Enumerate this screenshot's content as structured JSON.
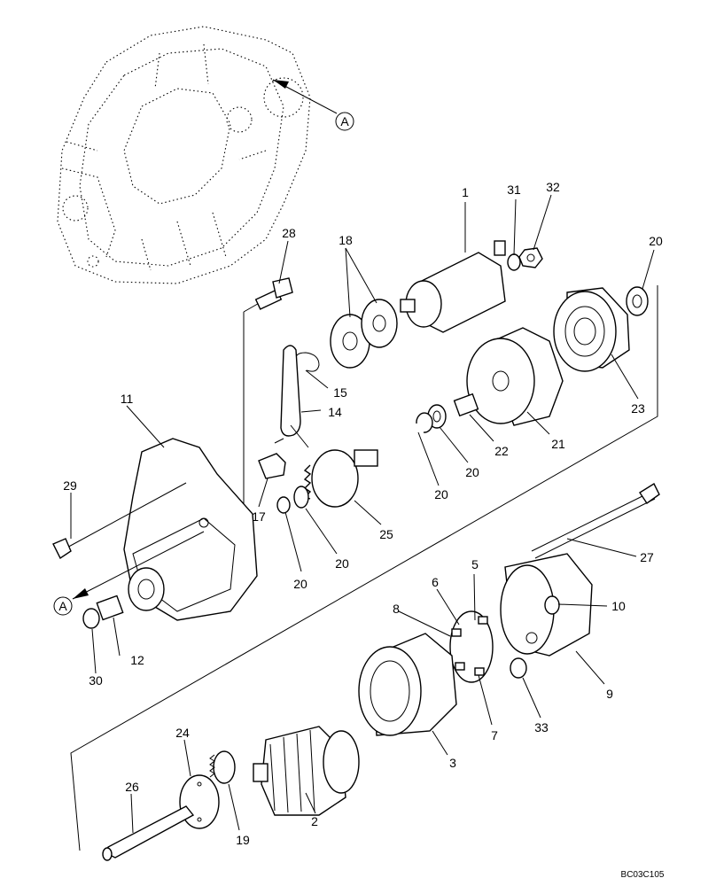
{
  "diagram": {
    "reference_code": "BC03C105",
    "view_marker": "A",
    "part_labels": {
      "p1": "1",
      "p2": "2",
      "p3": "3",
      "p5": "5",
      "p6": "6",
      "p7": "7",
      "p8": "8",
      "p9": "9",
      "p10": "10",
      "p11": "11",
      "p12": "12",
      "p14": "14",
      "p15": "15",
      "p17": "17",
      "p18": "18",
      "p19": "19",
      "p20a": "20",
      "p20b": "20",
      "p20c": "20",
      "p20d": "20",
      "p20e": "20",
      "p21": "21",
      "p22": "22",
      "p23": "23",
      "p24": "24",
      "p25": "25",
      "p26": "26",
      "p27": "27",
      "p28": "28",
      "p29": "29",
      "p30": "30",
      "p31": "31",
      "p32": "32",
      "p33": "33"
    }
  }
}
